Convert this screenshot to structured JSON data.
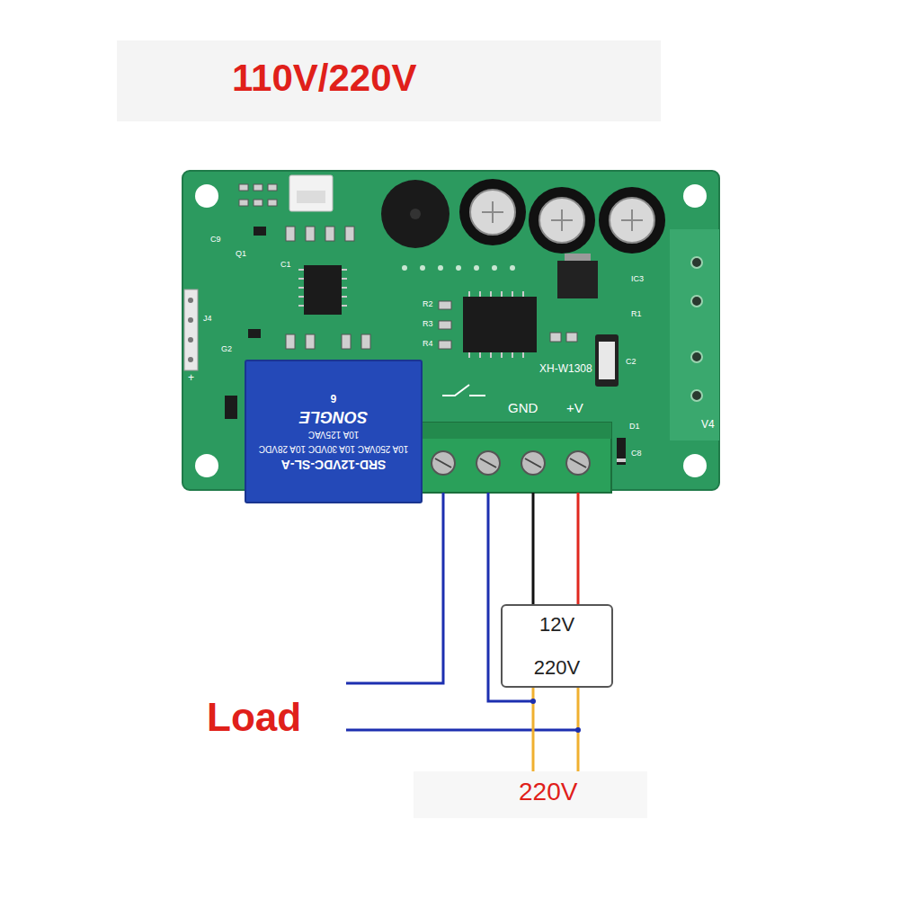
{
  "diagram": {
    "title": "110V/220V",
    "nodes": [
      {
        "text": [
          "SRD-12VDC-SL-A",
          "10A 250VAC 10A 30VDC 10A 28VDC",
          "10A 125VAC",
          "SONGLE",
          "6"
        ]
      },
      {
        "text": [
          "12V",
          "220V"
        ]
      }
    ],
    "labels": [
      "C9",
      "Q1",
      "C1",
      "J4",
      "G2",
      "R2",
      "R3",
      "R4",
      "IC3",
      "R1",
      "C2",
      "XH-W1308",
      "GND",
      "+V",
      "V4",
      "D1",
      "C8",
      "+",
      "Load",
      "220V"
    ]
  }
}
